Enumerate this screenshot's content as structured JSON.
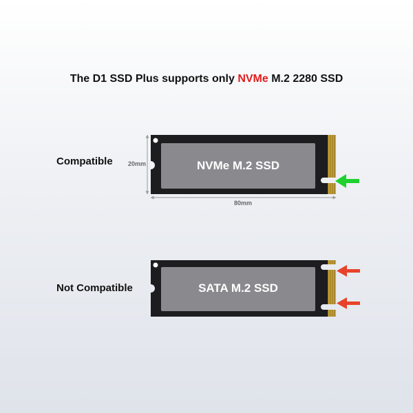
{
  "title": {
    "prefix": "The D1 SSD Plus supports only ",
    "highlight": "NVMe",
    "suffix": " M.2 2280 SSD",
    "highlight_color": "#e31b1b"
  },
  "compatible": {
    "label": "Compatible",
    "ssd_prefix": "NVMe",
    "ssd_suffix": " M.2 SSD",
    "width_dim": "80mm",
    "height_dim": "20mm",
    "arrow_color": "#1ed12e"
  },
  "not_compatible": {
    "label": "Not Compatible",
    "ssd_prefix": "SATA",
    "ssd_suffix": " M.2 SSD",
    "arrow_color": "#e8432a"
  },
  "colors": {
    "pcb": "#1d1d1f",
    "label_panel": "#8a8a8e",
    "gold_contacts": "#c9a43a"
  }
}
